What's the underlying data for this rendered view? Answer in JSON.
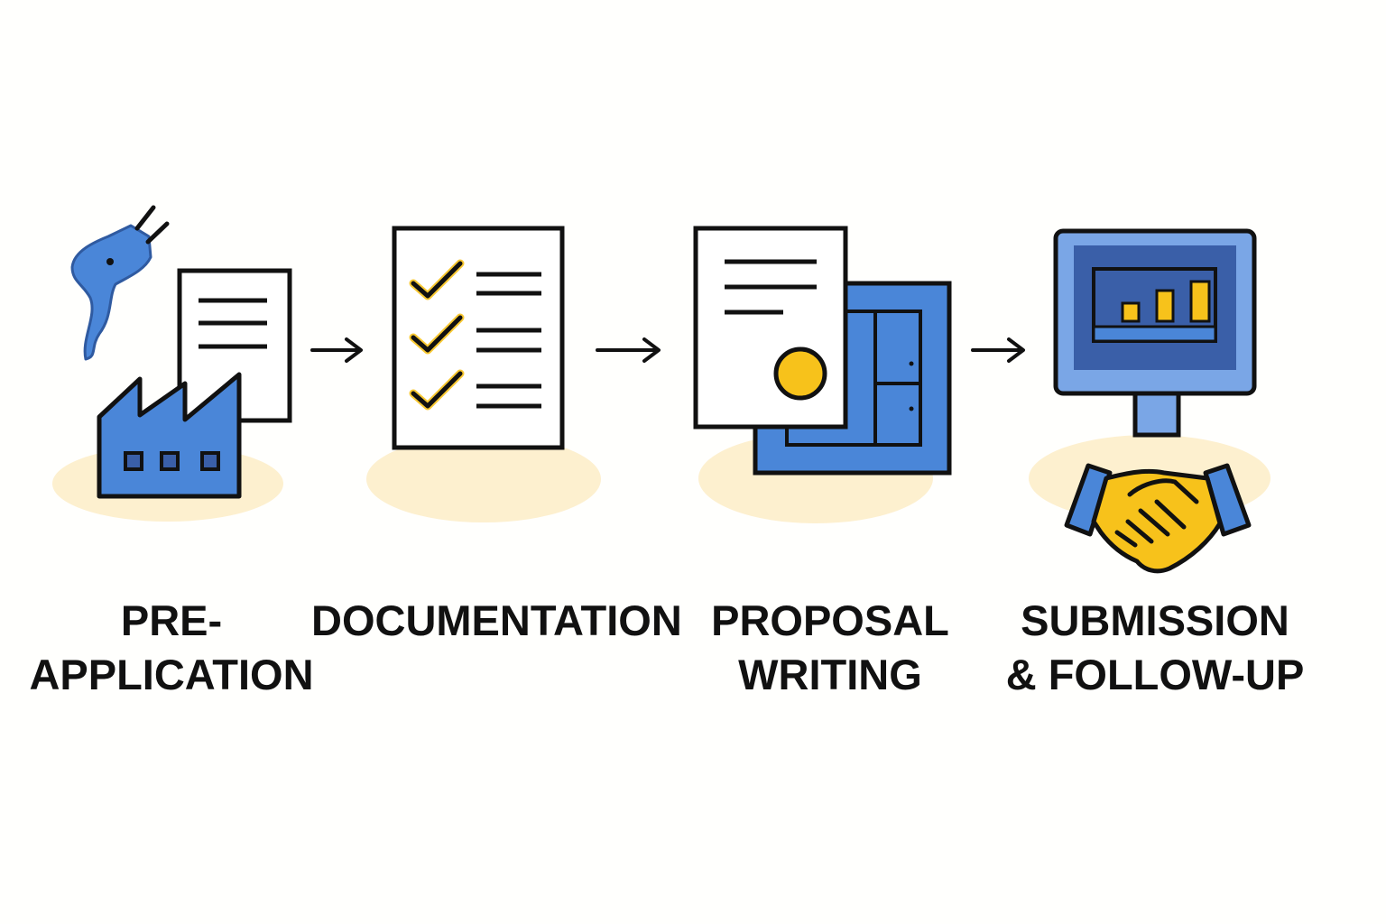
{
  "steps": [
    {
      "label_line1": "PRE-",
      "label_line2": "APPLICATION",
      "icon": "factory-with-document-and-plug-icon"
    },
    {
      "label_line1": "DOCUMENTATION",
      "label_line2": "",
      "icon": "checklist-icon"
    },
    {
      "label_line1": "PROPOSAL",
      "label_line2": "WRITING",
      "icon": "proposal-document-with-seal-icon"
    },
    {
      "label_line1": "SUBMISSION",
      "label_line2": "& FOLLOW-UP",
      "icon": "monitor-chart-handshake-icon"
    }
  ],
  "colors": {
    "blue": "#4a86d8",
    "dark_blue": "#3a5fa8",
    "yellow": "#f7c21b",
    "cream": "#fdf0cf",
    "outline": "#111111",
    "background": "#fffffd"
  }
}
